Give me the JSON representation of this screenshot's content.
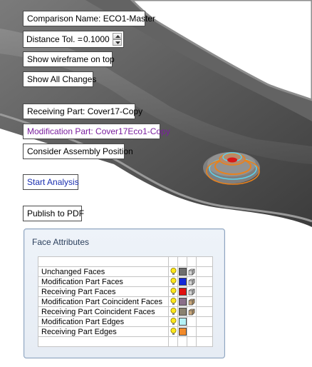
{
  "comparison": {
    "label": "Comparison Name: ECO1-Master"
  },
  "distance": {
    "label": "Distance Tol. =",
    "value": "0.1000"
  },
  "buttons": {
    "wireframe": "Show wireframe on top",
    "show_all": "Show All Changes",
    "receiving_part": "Receiving Part: Cover17-Copy",
    "modification_part": "Modification Part: Cover17Eco1-Copy",
    "assembly_position": "Consider Assembly Position",
    "start_analysis": "Start Analysis",
    "publish_pdf": "Publish to PDF"
  },
  "face_attributes": {
    "title": "Face Attributes",
    "rows": [
      {
        "name": "Unchanged Faces",
        "color": "#6e6e6e",
        "cube": "gray"
      },
      {
        "name": "Modification Part Faces",
        "color": "#1428d8",
        "cube": "gray"
      },
      {
        "name": "Receiving Part Faces",
        "color": "#e01010",
        "cube": "gray"
      },
      {
        "name": "Modification Part Coincident Faces",
        "color": "#8a6f8a",
        "cube": "tan"
      },
      {
        "name": "Receiving  Part Coincident Faces",
        "color": "#8a8270",
        "cube": "tan"
      },
      {
        "name": "Modification Part Edges",
        "color": "#b4f2f6",
        "cube": ""
      },
      {
        "name": "Receiving  Part Edges",
        "color": "#f28a2a",
        "cube": ""
      }
    ]
  },
  "colors": {
    "model_body": "#4a4a4a",
    "highlight_edge_cyan": "#5fd0e8",
    "highlight_edge_orange": "#e8821e",
    "modified_face_red": "#d81818"
  }
}
